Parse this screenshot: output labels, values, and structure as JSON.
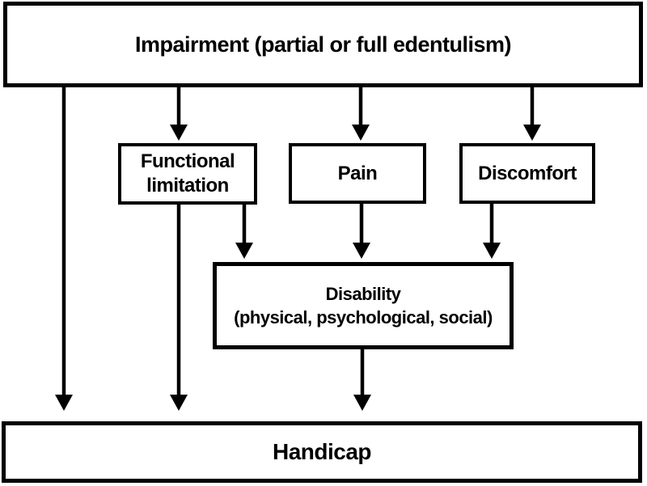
{
  "diagram": {
    "type": "flowchart",
    "colors": {
      "stroke": "#000000",
      "box_fill": "#ffffff",
      "background": "#ffffff"
    },
    "boxes": {
      "impairment": {
        "label": "Impairment (partial or full edentulism)"
      },
      "functional_limitation": {
        "label": "Functional limitation"
      },
      "pain": {
        "label": "Pain"
      },
      "discomfort": {
        "label": "Discomfort"
      },
      "disability": {
        "line1": "Disability",
        "line2": "(physical, psychological, social)"
      },
      "handicap": {
        "label": "Handicap"
      }
    },
    "edges": [
      {
        "from": "impairment",
        "to": "handicap"
      },
      {
        "from": "impairment",
        "to": "functional_limitation"
      },
      {
        "from": "impairment",
        "to": "pain"
      },
      {
        "from": "impairment",
        "to": "discomfort"
      },
      {
        "from": "functional_limitation",
        "to": "handicap"
      },
      {
        "from": "functional_limitation",
        "to": "disability"
      },
      {
        "from": "pain",
        "to": "disability"
      },
      {
        "from": "discomfort",
        "to": "disability"
      },
      {
        "from": "disability",
        "to": "handicap"
      }
    ]
  }
}
